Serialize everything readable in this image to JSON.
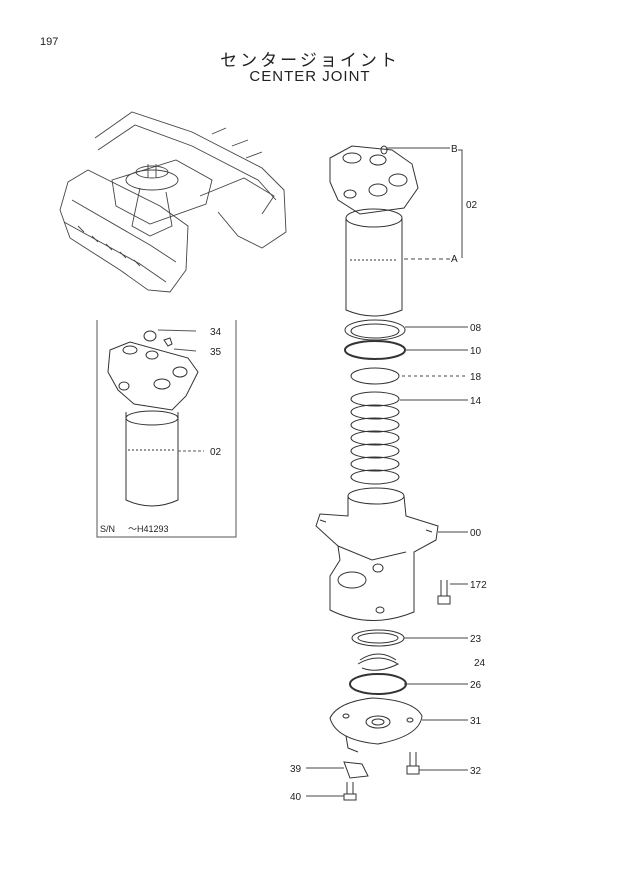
{
  "page": {
    "number": "197"
  },
  "title": {
    "japanese": "センタージョイント",
    "english": "CENTER JOINT"
  },
  "inset": {
    "serial_label": "S/N",
    "serial_value": "～H41293",
    "callouts": [
      "34",
      "35",
      "02"
    ]
  },
  "callouts": {
    "c02": "02",
    "cB": "B",
    "cA": "A",
    "c08": "08",
    "c10": "10",
    "c18": "18",
    "c14": "14",
    "c00": "00",
    "c172": "172",
    "c23": "23",
    "c24": "24",
    "c26": "26",
    "c31": "31",
    "c32": "32",
    "c39": "39",
    "c40": "40"
  }
}
